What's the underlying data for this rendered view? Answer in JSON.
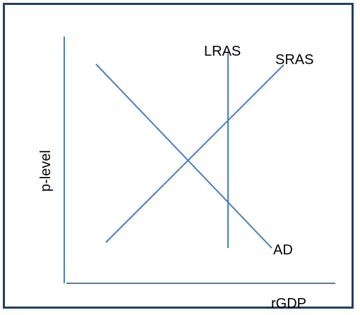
{
  "diagram": {
    "axes": {
      "y_label": "p-level",
      "x_label": "rGDP"
    },
    "curves": {
      "lras": {
        "label": "LRAS"
      },
      "sras": {
        "label": "SRAS"
      },
      "ad": {
        "label": "AD"
      }
    },
    "colors": {
      "line": "#4a7ebb",
      "frame": "#1f3f66",
      "text": "#000000"
    }
  }
}
